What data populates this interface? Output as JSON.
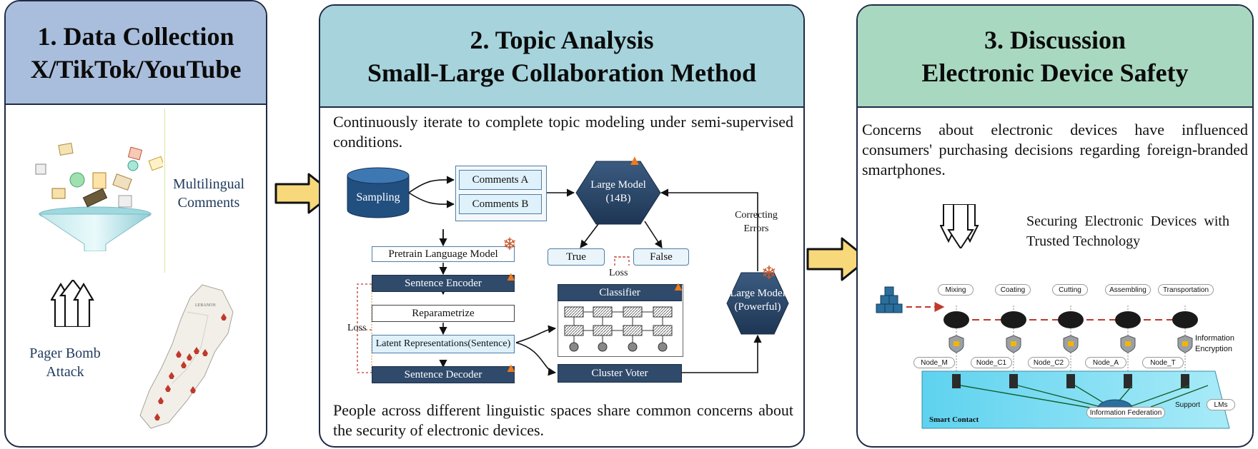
{
  "panel1": {
    "title_line1": "1. Data Collection",
    "title_line2": "X/TikTok/YouTube",
    "multilingual": "Multilingual Comments",
    "pager": "Pager Bomb Attack",
    "map_label": "LEBANON",
    "header_color": "#a9bedc"
  },
  "panel2": {
    "title_line1": "2. Topic Analysis",
    "title_line2": "Small-Large Collaboration Method",
    "top_text": "Continuously iterate to complete topic modeling under semi-supervised conditions.",
    "bottom_text": "People across different linguistic spaces share common concerns about the security of electronic devices.",
    "sampling": "Sampling",
    "comments_a": "Comments A",
    "comments_b": "Comments B",
    "large_model_14b_line1": "Large Model",
    "large_model_14b_line2": "(14B)",
    "true_label": "True",
    "false_label": "False",
    "loss_top": "Loss",
    "loss_left": "Loss",
    "pretrain": "Pretrain Language Model",
    "sentence_encoder": "Sentence Encoder",
    "reparametrize": "Reparametrize",
    "latent": "Latent Representations(Sentence)",
    "sentence_decoder": "Sentence Decoder",
    "classifier": "Classifier",
    "cluster_voter": "Cluster Voter",
    "correcting": "Correcting Errors",
    "large_model_powerful_line1": "Large Model",
    "large_model_powerful_line2": "(Powerful)",
    "header_color": "#a6d3dc"
  },
  "panel3": {
    "title_line1": "3. Discussion",
    "title_line2": "Electronic Device Safety",
    "top_text": "Concerns about electronic devices have influenced consumers' purchasing decisions regarding foreign-branded smartphones.",
    "securing": "Securing Electronic Devices with Trusted Technology",
    "steps": [
      "Mixing",
      "Coating",
      "Cutting",
      "Assembling",
      "Transportation"
    ],
    "nodes": [
      "Node_M",
      "Node_C1",
      "Node_C2",
      "Node_A",
      "Node_T"
    ],
    "info_encryption": "Information Encryption",
    "smart_contact": "Smart Contact",
    "info_federation": "Information Federation",
    "support": "Support",
    "lms": "LMs",
    "header_color": "#a9d8c1"
  },
  "colors": {
    "border": "#1f2a44",
    "arrow_fill": "#f7d87a",
    "dark_box": "#2f4a6b",
    "light_box": "#dff1fb",
    "flame": "#f07a1a",
    "snowflake": "#c8592a"
  }
}
